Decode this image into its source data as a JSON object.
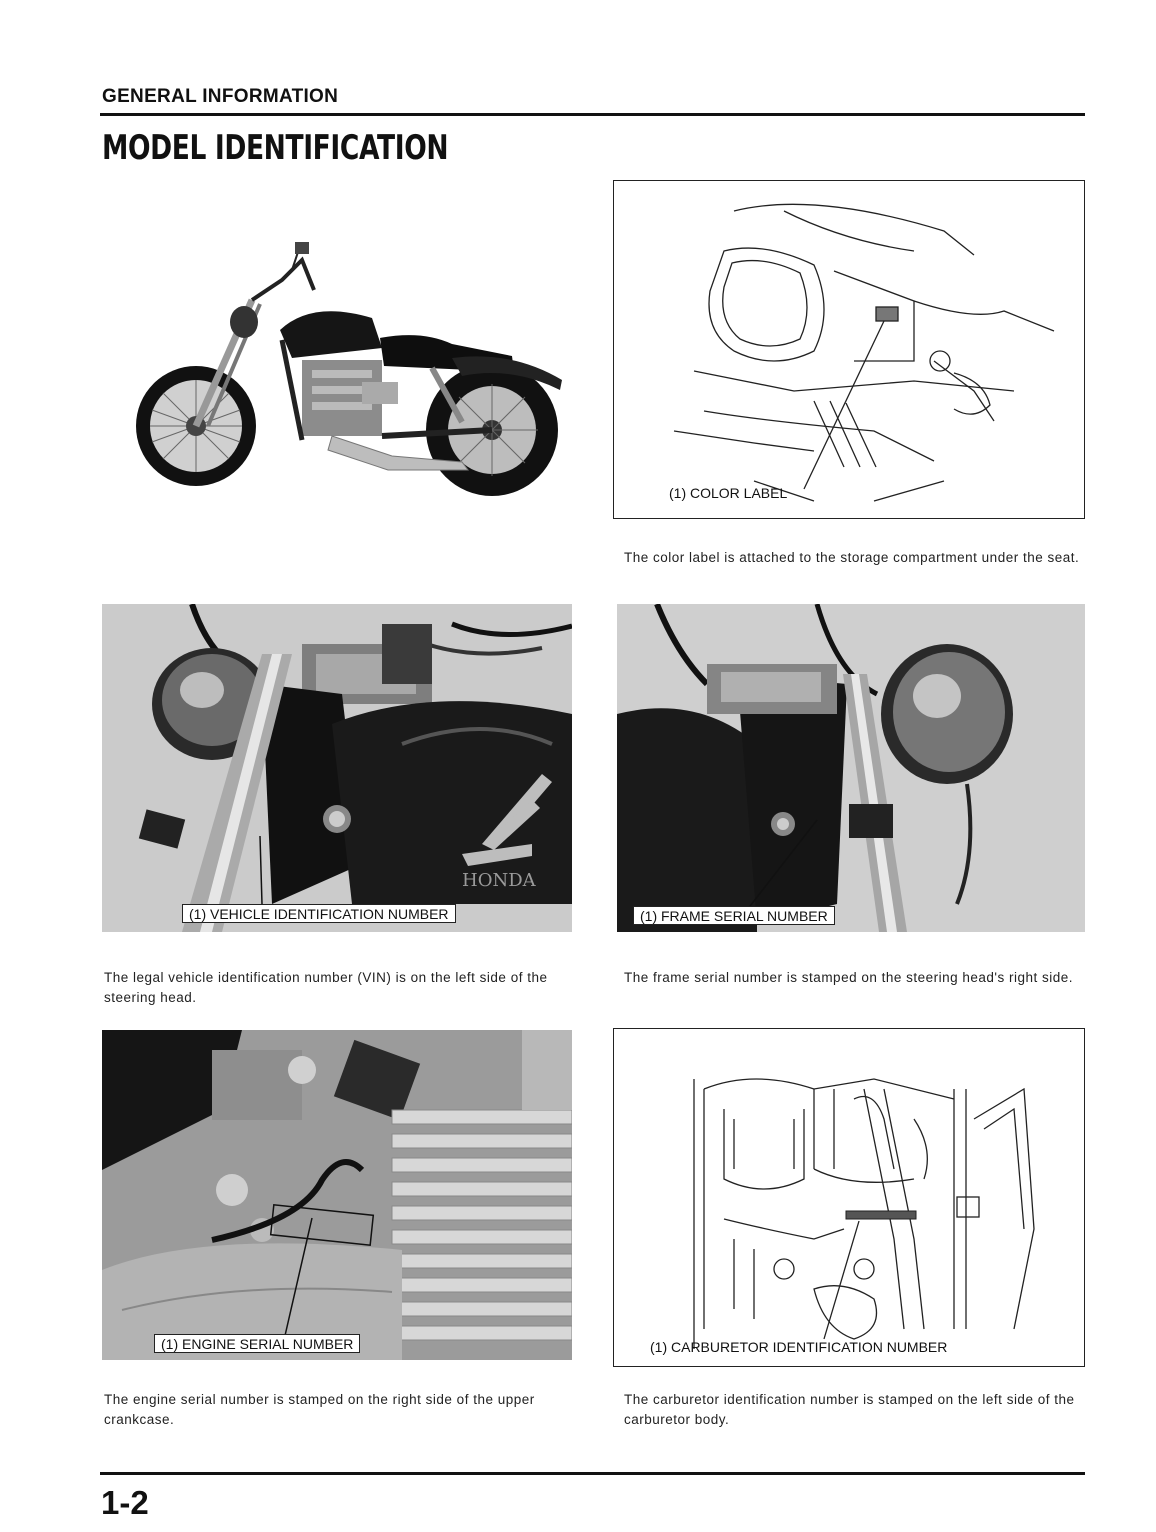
{
  "header": {
    "section": "GENERAL INFORMATION",
    "title": "MODEL IDENTIFICATION"
  },
  "figures": {
    "color_label": {
      "callout": "(1) COLOR LABEL",
      "caption": "The color label is attached to the storage compartment under the seat."
    },
    "vin": {
      "callout": "(1) VEHICLE IDENTIFICATION NUMBER",
      "caption": "The legal vehicle identification number (VIN) is on the left side of the steering head.",
      "tank_text": "HONDA"
    },
    "frame": {
      "callout": "(1) FRAME SERIAL NUMBER",
      "caption": "The frame serial number is stamped on the steering head's right side."
    },
    "engine": {
      "callout": "(1) ENGINE SERIAL NUMBER",
      "caption": "The engine serial number is stamped on the right side of the upper crankcase."
    },
    "carburetor": {
      "callout": "(1) CARBURETOR IDENTIFICATION NUMBER",
      "caption": "The carburetor identification number is stamped on the left side of the carburetor body."
    }
  },
  "footer": {
    "page_number": "1-2"
  }
}
